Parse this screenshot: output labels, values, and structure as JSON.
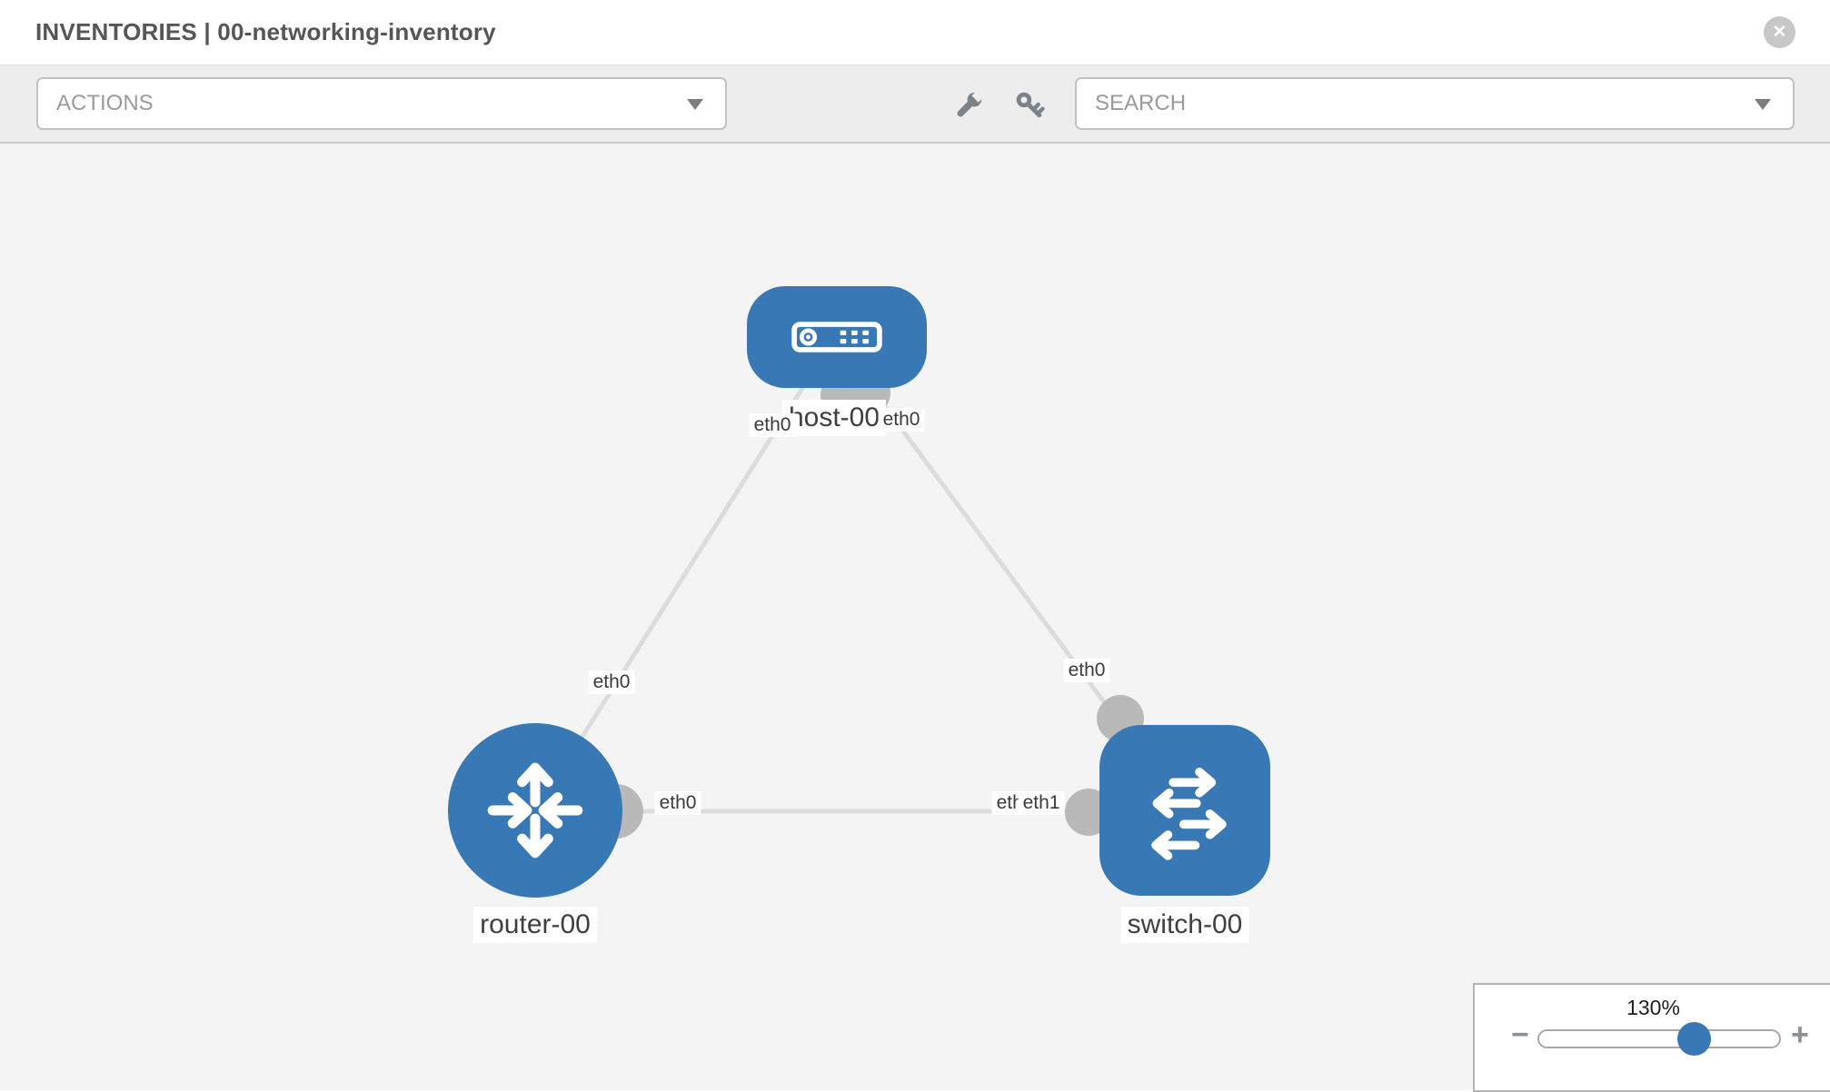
{
  "header": {
    "title": "INVENTORIES | 00-networking-inventory",
    "close_icon": "✕"
  },
  "toolbar": {
    "actions_label": "ACTIONS",
    "search_label": "SEARCH",
    "icons": [
      "wrench-icon",
      "key-icon"
    ]
  },
  "topology": {
    "nodes": [
      {
        "id": "host-00",
        "label": "host-00",
        "type": "host"
      },
      {
        "id": "router-00",
        "label": "router-00",
        "type": "router"
      },
      {
        "id": "switch-00",
        "label": "switch-00",
        "type": "switch"
      }
    ],
    "links": [
      {
        "source": "host-00",
        "source_port": "eth0",
        "target": "router-00",
        "target_port": "eth0"
      },
      {
        "source": "host-00",
        "source_port": "eth0",
        "target": "switch-00",
        "target_port": "eth0"
      },
      {
        "source": "router-00",
        "source_port": "eth0",
        "target": "switch-00",
        "target_port": "eth1"
      }
    ]
  },
  "zoom_control": {
    "level": "130%",
    "minus_label": "−",
    "plus_label": "+"
  },
  "colors": {
    "node_blue": "#3878b4",
    "endpoint_gray": "#b9b9b9",
    "link_gray": "#dcdcdc",
    "canvas_bg": "#f4f4f4",
    "toolbar_bg": "#ededed"
  }
}
